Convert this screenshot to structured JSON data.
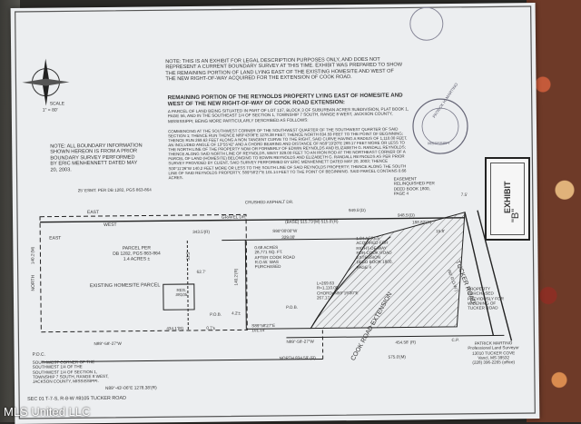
{
  "note_top": "NOTE: THIS IS AN EXHIBIT FOR LEGAL DESCRIPTION PURPOSES ONLY, AND DOES NOT REPRESENT A CURRENT BOUNDARY SURVEY AT THIS TIME. EXHIBIT WAS PREPARED TO SHOW THE REMAINING PORTION OF LAND LYING EAST OF THE EXISTING HOMESITE AND WEST OF THE NEW RIGHT-OF-WAY ACQUIRED FOR THE EXTENSION OF COOK ROAD.",
  "title": "REMAINING PORTION OF THE REYNOLDS PROPERTY LYING EAST OF HOMESITE AND WEST OF THE NEW RIGHT-OF-WAY OF COOK ROAD EXTENSION:",
  "desc1": "A PARCEL OF LAND BEING SITUATED IN PART OF LOT 137, BLOCK 3 OF SUBURBAN ACRES SUBDIVISION, PLAT BOOK 1, PAGE 56, AND IN THE SOUTHEAST 1/4 OF SECTION 1, TOWNSHIP 7 SOUTH, RANGE 8 WEST, JACKSON COUNTY, MISSISSIPPI; BEING MORE PARTICULARLY DESCRIBED AS FOLLOWS:",
  "desc2": "COMMENCING AT THE SOUTHWEST CORNER OF THE SOUTHWEST QUARTER OF THE SOUTHWEST QUARTER OF SAID SECTION 1; THENCE RUN THENCE N89°43'06\"E 1278.38 FEET; THENCE NORTH 834.59 FEET TO THE POINT OF BEGINNING; THENCE RUN 269.63 FEET ALONG A NON TANGENT CURVE TO THE RIGHT, SAID CURVE HAVING A RADIUS OF 1,110.00 FEET, AN INCLUDED ANGLE OF 13°55'42\" AND A CHORD BEARING AND DISTANCE OF N59°19'20\"E 269.17 FEET MORE OR LESS TO THE NORTH LINE OF THE PROPERTY NOW OR FORMERLY OF EDWIN REYNOLDS AND ELIZABETH G. RANDALL REYNOLDS; THENCE ALONG SAID NORTH LINE OF REYNOLDS, WEST 329.00 FEET TO AN IRON ROD AT THE NORTHEAST CORNER OF A PARCEL OF LAND (HOMESITE) BELONGING TO EDWIN REYNOLDS AND ELIZABETH G. RANDALL REYNOLDS AS PER PRIOR SURVEY PROVIDED BY CLIENT, SAID SURVEY PERFORMED BY ERIC MENHENNETT DATED MAY 20, 2003; THENCE S00°11'26\"W 140.2 FEET MORE OR LESS TO THE SOUTH LINE OF SAID REYNOLDS PROPERTY; THENCE ALONG THE SOUTH LINE OF SAID REYNOLDS PROPERTY, S89°58'27\"E 101.14 FEET TO THE POINT OF BEGINNING. SAID PARCEL CONTAINS 0.66 ACRES.",
  "note_left": "NOTE: ALL BOUNDARY INFORMATION SHOWN HEREON IS FROM A PRIOR BOUNDARY SURVEY PERFORMED BY ERIC MENHENNETT DATED MAY 20, 2003.",
  "scale_label": "SCALE",
  "scale_value": "1\" = 80'",
  "seal_text": "PATRICK H. MARTINO",
  "seal_inner": "MISSISSIPPI",
  "exhibit_label": "EXHIBIT",
  "exhibit_value": "\"B\"",
  "plan": {
    "esmt": "25' ESMT. PER DB 1282, PGS 863-864",
    "crushed": "CRUSHED ASPHALT DR.",
    "gravel": "GRAVEL DR.",
    "east1": "EAST",
    "west1": "WEST",
    "east2": "EAST",
    "d343": "343.5'(R)",
    "d53": "53.5'",
    "d62": "62.7'",
    "d515": "(BASE) 515.73'(M) 515.0'(R)",
    "d949": "949.5'(D)",
    "d948": "948.5'(D)",
    "d188": "188.82'(R)",
    "d158": "15.8'",
    "d75": "7.5'",
    "d329a": "S90°00'00\"W",
    "d329b": "329.00'",
    "acres068": "0.68 ACRES\n28,771 SQ. FT.\nAFTER COOK ROAD\nR.O.W. WAS\nPURCHASED",
    "curve": "L=269.63\nR=1,110.00\nCHORD=N59°19'20\"E\n267.17",
    "acres104": "1.04 ACRES\nACQUIRED FOR\nRIGHT-OF-WAY\nFOR COOK ROAD\nEXTENSION\nDEED BOOK 1800,\nPAGE 4",
    "easement": "EASEMENT\nRELINQUISHED PER\nDEED BOOK 1800,\nPAGE 4",
    "parcel": "PARCEL PER\nDB 1282, PGS 863-864\n1.4 ACRES ±",
    "homesite": "EXISTING HOMESITE PARCEL",
    "res": "RES.\n#8105",
    "north": "NORTH",
    "d140": "140.2'(M)",
    "d140b": "140.2'(R)",
    "d434": "434.1'(R)",
    "d07": "0.7'±",
    "d42": "4.2'±",
    "s89a": "S89°58'27\"E\n101.14'",
    "pob": "P.O.B.",
    "pob2": "P.O.B.",
    "n89a": "N89°-58'-27\"W",
    "n89b": "N89°-58'-27\"W",
    "n834": "NORTH 834.59' (R)",
    "d454": "454.58' (R)",
    "d575": "575.0'(M)",
    "cp": "C.P.",
    "poc": "P.O.C.",
    "poc_desc": "SOUTHWEST CORNER OF THE\nSOUTHWEST 1/4 OF THE\nSOUTHWEST 1/4 OF SECTION 1,\nTOWNSHIP 7 SOUTH, RANGE 8 WEST,\nJACKSON COUNTY, MISSISSIPPI.",
    "n89c": "N89°-43'-06\"E 1278.38'(R)",
    "tucker": "TUCKER ROAD",
    "tucker_sub": "(60' R.O.W.)",
    "cook": "COOK ROAD EXTENSION",
    "purchased": "PROPERTY\nPURCHASED\nPREVIOUSLY FOR\nWIDENING OF\nTUCKER ROAD",
    "surveyor": "PATRICK MARTINO\nProfessional Land Surveyor\n13010 TUCKER COVE\nVancl, MS 39532\n(228) 396-2265 (office)",
    "sec": "SEC 01 T-7-S, R-8-W #8105 TUCKER ROAD"
  },
  "watermark": "MLS United LLC"
}
